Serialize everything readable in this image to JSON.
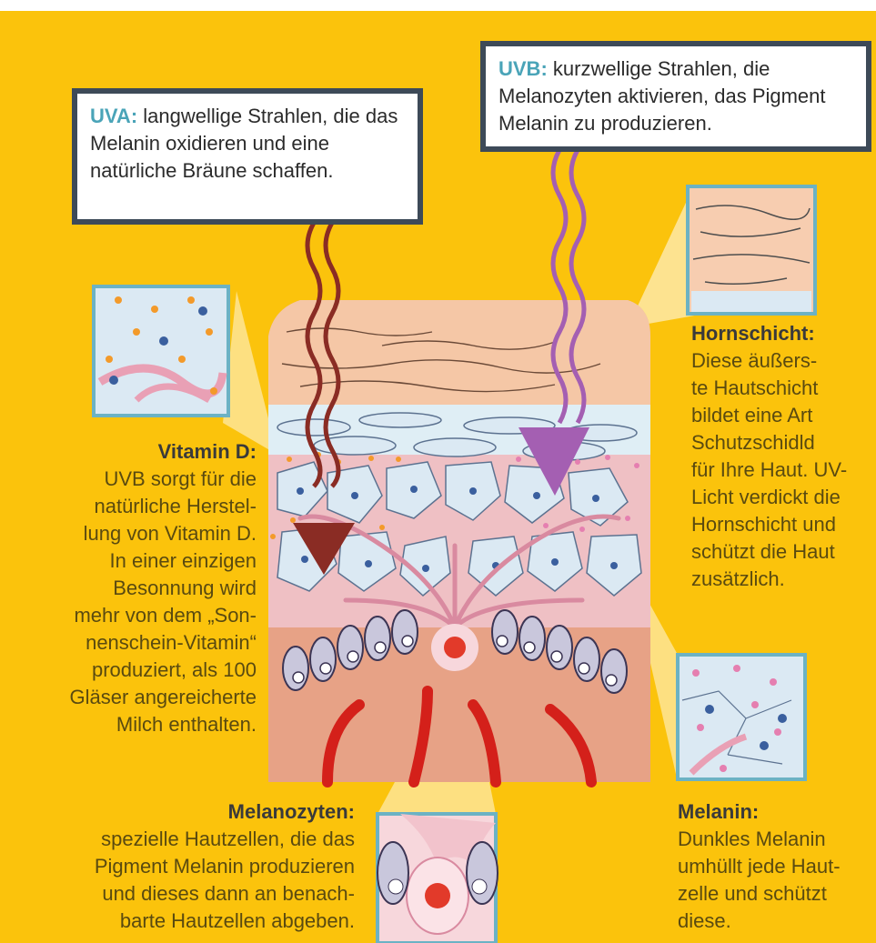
{
  "uva": {
    "heading": "UVA:",
    "text": "langwellige Strahlen, die das Melanin oxidieren und eine natürliche Bräune schaffen."
  },
  "uvb": {
    "heading": "UVB:",
    "text": "kurzwellige Strahlen, die Melanozyten aktivieren, das Pigment Melanin zu produzieren."
  },
  "hornschicht": {
    "heading": "Hornschicht:",
    "lines": [
      "Diese äußers-",
      "te Hautschicht",
      "bildet eine Art",
      "Schutzschidld",
      "für Ihre Haut. UV-",
      "Licht verdickt die",
      "Hornschicht und",
      "schützt die Haut",
      "zusätzlich."
    ]
  },
  "vitamin_d": {
    "heading": "Vitamin D:",
    "lines": [
      "UVB sorgt für die",
      "natürliche Herstel-",
      "lung von Vitamin D.",
      "In einer einzigen",
      "Besonnung wird",
      "mehr von dem „Son-",
      "nenschein-Vitamin“",
      "produziert, als 100",
      "Gläser angereicherte",
      "Milch enthalten."
    ]
  },
  "melanozyten": {
    "heading": "Melanozyten:",
    "lines": [
      "spezielle Hautzellen, die das",
      "Pigment Melanin produzieren",
      "und dieses dann an benach-",
      "barte Hautzellen abgeben."
    ]
  },
  "melanin": {
    "heading": "Melanin:",
    "lines": [
      "Dunkles Melanin",
      "umhüllt jede Haut-",
      "zelle und schützt",
      "diese."
    ]
  },
  "colors": {
    "background": "#fbc30c",
    "uva_arrow": "#8a2c24",
    "uvb_arrow": "#a45fb2",
    "label_heading": "#4aa4b8",
    "melanin_dot": "#e57fb0",
    "vitamin_dot": "#f39a2a"
  }
}
